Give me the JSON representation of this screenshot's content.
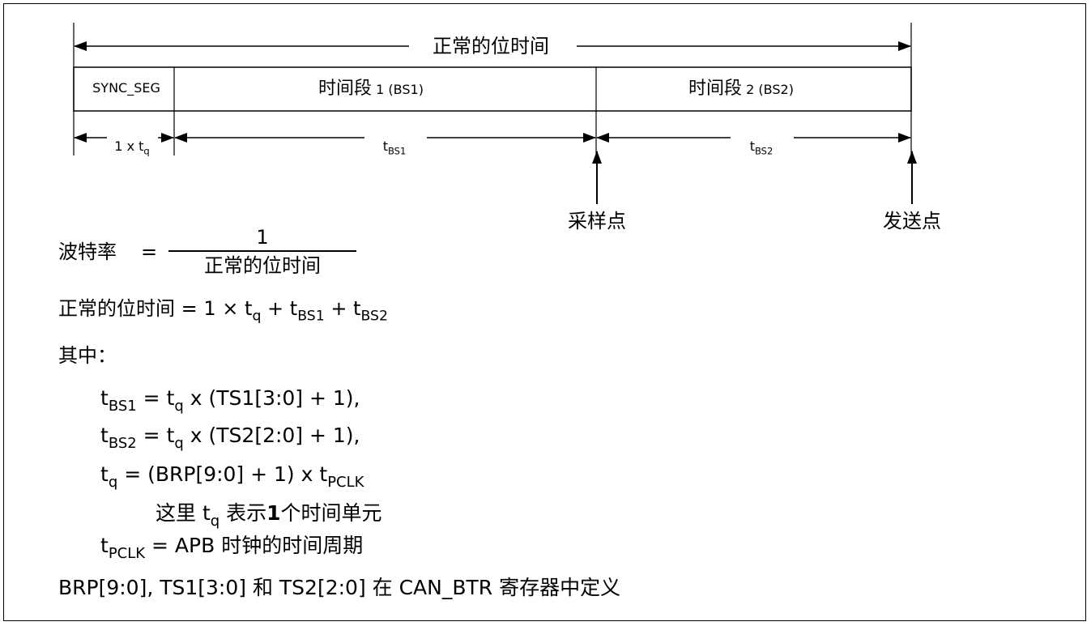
{
  "diagram": {
    "title": "正常的位时间",
    "segments": [
      {
        "label": "SYNC_SEG"
      },
      {
        "label_cn": "时间段",
        "label_num": "1 (BS1)"
      },
      {
        "label_cn": "时间段",
        "label_num": "2 (BS2)"
      }
    ],
    "durations": {
      "sync": {
        "prefix": "1 x t",
        "sub": "q"
      },
      "bs1": {
        "prefix": "t",
        "sub": "BS1"
      },
      "bs2": {
        "prefix": "t",
        "sub": "BS2"
      }
    },
    "points": {
      "sample": "采样点",
      "transmit": "发送点"
    }
  },
  "formulas": {
    "baud": {
      "lhs": "波特率",
      "eq": "=",
      "numerator": "1",
      "denominator": "正常的位时间"
    },
    "bit_time": {
      "lhs": "正常的位时间 =",
      "t1": "1 × t",
      "t1_sub": "q",
      "plus1": " + t",
      "t2_sub": "BS1",
      "plus2": " + t",
      "t3_sub": "BS2"
    },
    "where": "其中：",
    "tbs1": {
      "t": "t",
      "sub": "BS1",
      "mid": " = t",
      "sub2": "q",
      "rest": " x (TS1[3:0] + 1),"
    },
    "tbs2": {
      "t": "t",
      "sub": "BS2",
      "mid": " = t",
      "sub2": "q",
      "rest": " x (TS2[2:0] + 1),"
    },
    "tq": {
      "t": "t",
      "sub": "q",
      "rest": " = (BRP[9:0] + 1) x t",
      "sub2": "PCLK"
    },
    "tq_note": {
      "pre": "这里 t",
      "sub": "q",
      "mid": " 表示",
      "one": "1",
      "post": "个时间单元"
    },
    "tpclk": {
      "t": "t",
      "sub": "PCLK",
      "rest": " = APB 时钟的时间周期"
    },
    "footer": "BRP[9:0], TS1[3:0] 和 TS2[2:0] 在 CAN_BTR 寄存器中定义"
  }
}
